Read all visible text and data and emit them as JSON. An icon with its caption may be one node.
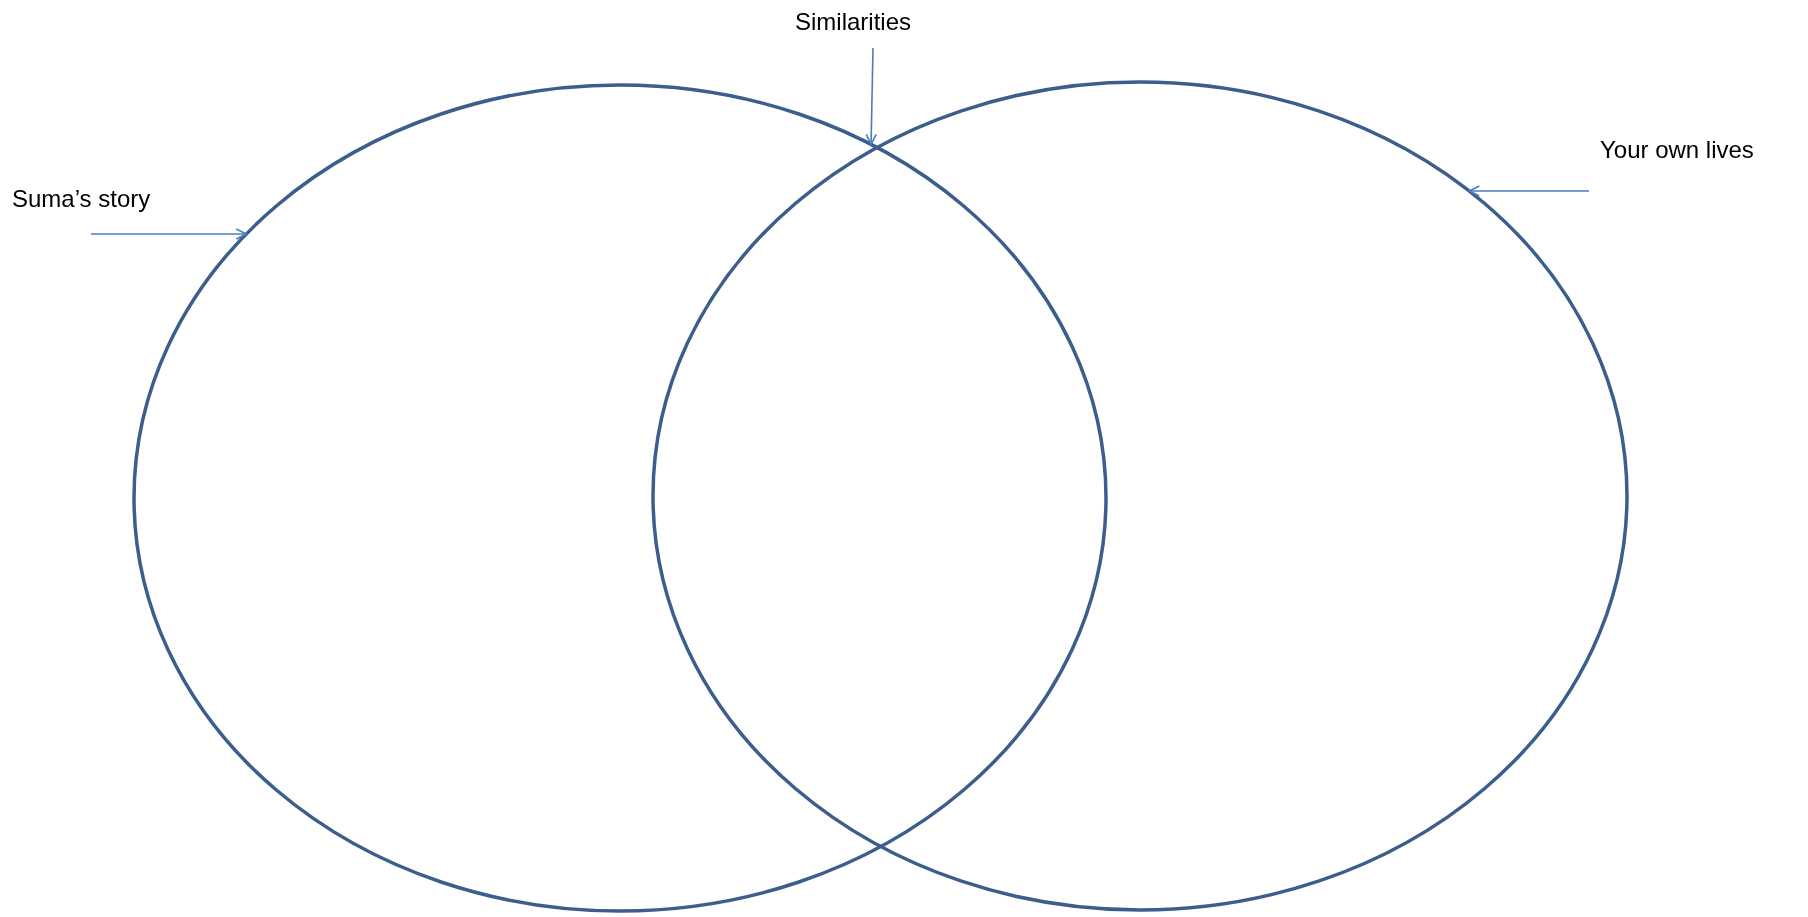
{
  "diagram": {
    "nodes": [
      {
        "text": [
          "Suma’s story"
        ]
      },
      {
        "text": [
          "Similarities"
        ]
      },
      {
        "text": [
          "Your own lives"
        ]
      },
      {
        "text": [],
        "shape": "ellipse"
      },
      {
        "text": [],
        "shape": "ellipse"
      }
    ],
    "edges": [
      {
        "from": 0,
        "to": 3,
        "arrow": "to"
      },
      {
        "from": 1,
        "to": 3,
        "arrow": "to"
      },
      {
        "from": 2,
        "to": 4,
        "arrow": "to"
      }
    ]
  }
}
